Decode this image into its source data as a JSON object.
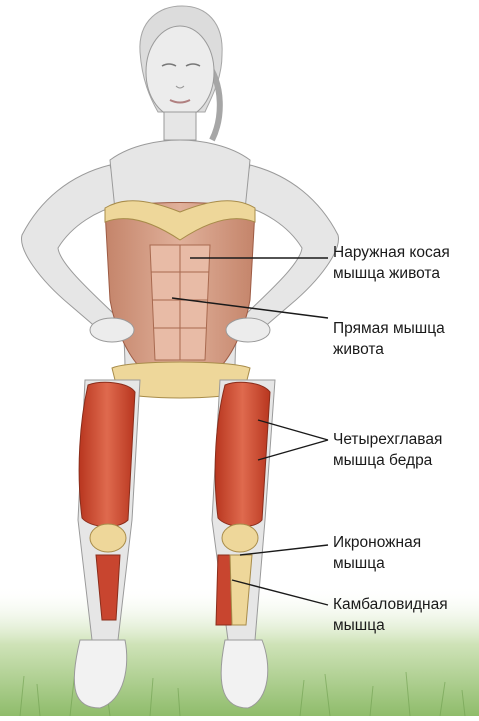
{
  "labels": [
    {
      "line1": "Наружная косая",
      "line2": "мышца живота"
    },
    {
      "line1": "Прямая мышца",
      "line2": "живота"
    },
    {
      "line1": "Четырехглавая",
      "line2": "мышца бедра"
    },
    {
      "line1": "Икроножная",
      "line2": "мышца"
    },
    {
      "line1": "Камбаловидная",
      "line2": "мышца"
    }
  ],
  "colors": {
    "skin": "#e6e6e6",
    "outline": "#9a9a9a",
    "abdominal": "#d79a7a",
    "quadriceps": "#c8452f",
    "bone": "#eed79a",
    "grass": "#9bc27a"
  }
}
